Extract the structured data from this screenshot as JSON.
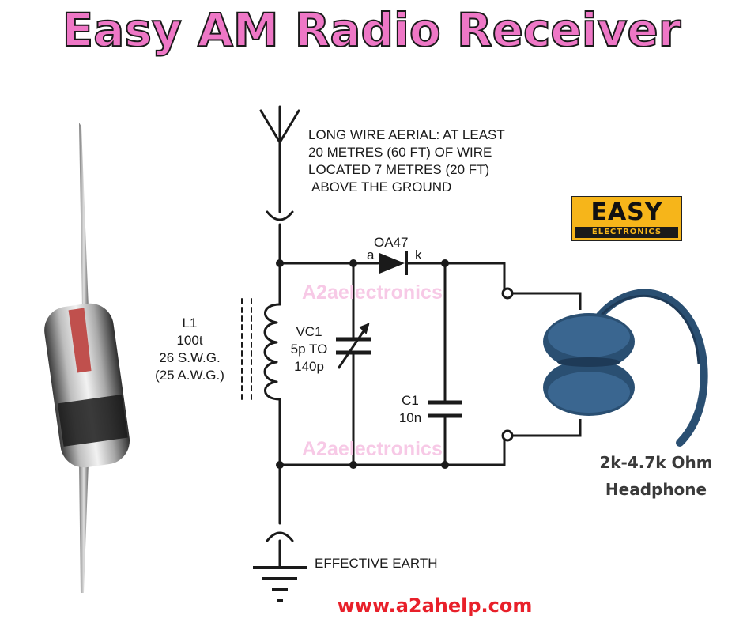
{
  "title": "Easy AM Radio Receiver",
  "aerial": {
    "lines": [
      "LONG WIRE AERIAL: AT LEAST",
      "20 METRES (60 FT) OF WIRE",
      "LOCATED 7 METRES (20 FT)",
      "ABOVE THE GROUND"
    ]
  },
  "diode": {
    "name": "OA47",
    "anode": "a",
    "cathode": "k"
  },
  "coil": {
    "lines": [
      "L1",
      "100t",
      "26 S.W.G.",
      "(25 A.W.G.)"
    ]
  },
  "vc1": {
    "lines": [
      "VC1",
      "5p TO",
      "140p"
    ]
  },
  "c1": {
    "lines": [
      "C1",
      "10n"
    ]
  },
  "earth": {
    "label": "EFFECTIVE EARTH"
  },
  "headphone": {
    "lines": [
      "2k-4.7k Ohm",
      "Headphone"
    ]
  },
  "logo": {
    "main": "EASY",
    "sub": "ELECTRONICS"
  },
  "watermark": {
    "text": "A2aelectronics"
  },
  "url": "www.a2ahelp.com",
  "colors": {
    "title": "#ee77c6",
    "url": "#e8202a",
    "logo_bg": "#f6b51a",
    "headphone": "#2a4f72",
    "watermark": "#f7c9e6"
  }
}
